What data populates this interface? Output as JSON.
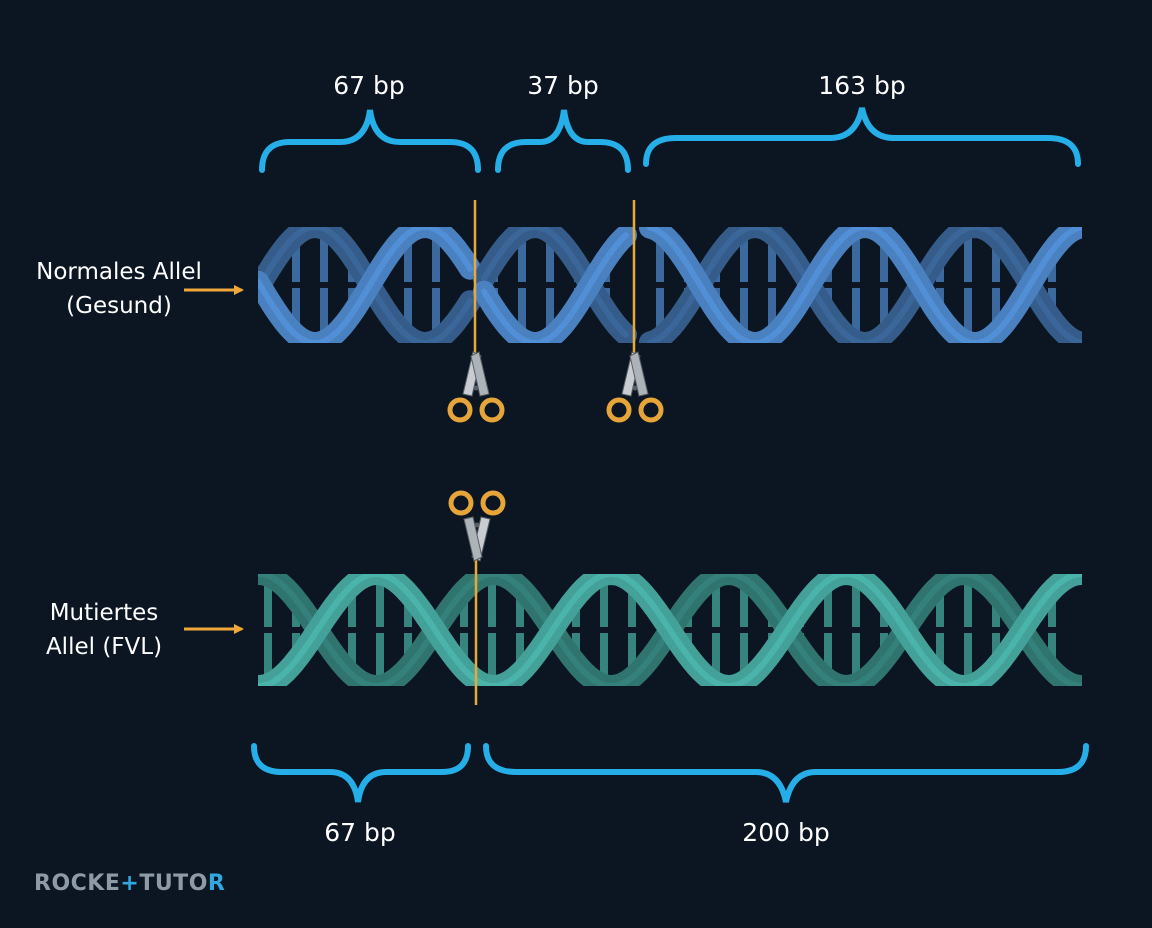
{
  "labels": {
    "normal_allele": [
      "Normales Allel",
      "(Gesund)"
    ],
    "mutant_allele": [
      "Mutiertes",
      "Allel (FVL)"
    ]
  },
  "fragments": {
    "normal": [
      {
        "label": "67 bp",
        "value": 67
      },
      {
        "label": "37 bp",
        "value": 37
      },
      {
        "label": "163 bp",
        "value": 163
      }
    ],
    "mutant": [
      {
        "label": "67 bp",
        "value": 67
      },
      {
        "label": "200 bp",
        "value": 200
      }
    ]
  },
  "brand": {
    "part1": "ROCKE",
    "accent": "+",
    "part2": "TUTO",
    "accent2": "R"
  },
  "colors": {
    "background": "#0b1622",
    "bracket": "#25aee8",
    "cut_line": "#e8a93a",
    "normal_dna": "#4d86c8",
    "mutant_dna": "#46a8a0",
    "text": "#ffffff",
    "arrow": "#f0a83a"
  }
}
